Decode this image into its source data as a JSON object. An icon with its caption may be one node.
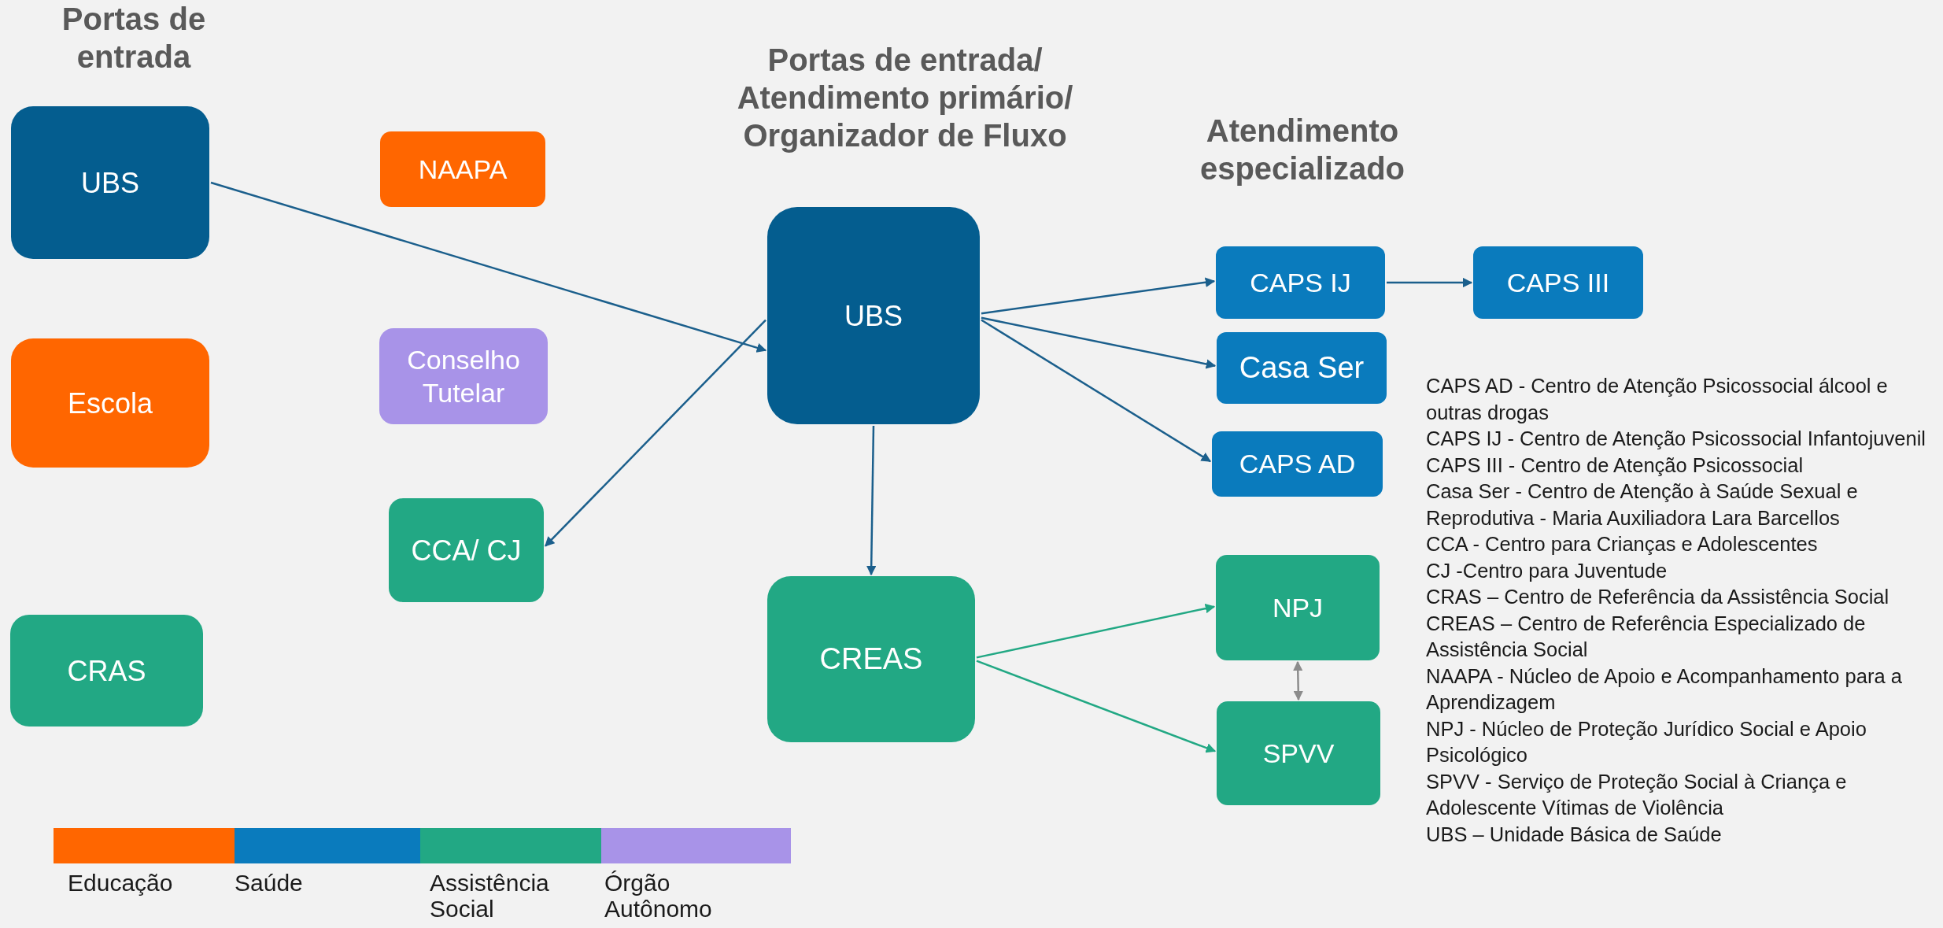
{
  "diagram": {
    "nodes": [
      {
        "text": [
          "UBS"
        ]
      },
      {
        "text": [
          "Escola"
        ]
      },
      {
        "text": [
          "CRAS"
        ]
      },
      {
        "text": [
          "NAAPA"
        ]
      },
      {
        "text": [
          "Conselho Tutelar"
        ]
      },
      {
        "text": [
          "CCA/ CJ"
        ]
      },
      {
        "text": [
          "UBS"
        ]
      },
      {
        "text": [
          "CREAS"
        ]
      },
      {
        "text": [
          "CAPS IJ"
        ]
      },
      {
        "text": [
          "CAPS III"
        ]
      },
      {
        "text": [
          "Casa Ser"
        ]
      },
      {
        "text": [
          "CAPS AD"
        ]
      },
      {
        "text": [
          "NPJ"
        ]
      },
      {
        "text": [
          "SPVV"
        ]
      }
    ],
    "edges": [
      {
        "from": 0,
        "to": 6,
        "arrow": "to"
      },
      {
        "from": 6,
        "to": 5,
        "arrow": "to"
      },
      {
        "from": 6,
        "to": 7,
        "arrow": "to"
      },
      {
        "from": 6,
        "to": 8,
        "arrow": "to"
      },
      {
        "from": 6,
        "to": 10,
        "arrow": "to"
      },
      {
        "from": 6,
        "to": 11,
        "arrow": "to"
      },
      {
        "from": 8,
        "to": 9,
        "arrow": "to"
      },
      {
        "from": 7,
        "to": 12,
        "arrow": "to",
        "color": "#22a884"
      },
      {
        "from": 7,
        "to": 13,
        "arrow": "to",
        "color": "#22a884"
      },
      {
        "from": 12,
        "to": 13,
        "arrow": "both",
        "color": "#8c8c8c"
      }
    ],
    "labels": [
      "Portas de entrada",
      "Portas de entrada/ Atendimento primário/ Organizador de Fluxo",
      "Atendimento especializado",
      "CAPS AD - Centro de Atenção Psicossocial álcool e outras drogas",
      "CAPS IJ - Centro de Atenção Psicossocial Infantojuvenil",
      "CAPS III - Centro de Atenção Psicossocial",
      "Casa Ser - Centro de Atenção à Saúde Sexual e Reprodutiva - Maria Auxiliadora Lara Barcellos",
      "CCA - Centro para Crianças e Adolescentes",
      "CJ -Centro para Juventude",
      "CRAS – Centro  de Referência da Assistência Social",
      "CREAS – Centro de Referência Especializado de Assistência Social",
      "NAAPA -  Núcleo de Apoio e Acompanhamento para a Aprendizagem",
      "NPJ -  Núcleo de Proteção Jurídico Social e Apoio Psicológico",
      "SPVV - Serviço de Proteção Social à Criança e Adolescente Vítimas de Violência",
      "UBS – Unidade Básica de Saúde"
    ],
    "legend": [
      {
        "text": "Educação",
        "color": "#ff6600"
      },
      {
        "text": "Saúde",
        "color": "#0a7bbd"
      },
      {
        "text": "Assistência Social",
        "color": "#22a884"
      },
      {
        "text": "Órgão Autônomo",
        "color": "#a893e8"
      }
    ]
  }
}
